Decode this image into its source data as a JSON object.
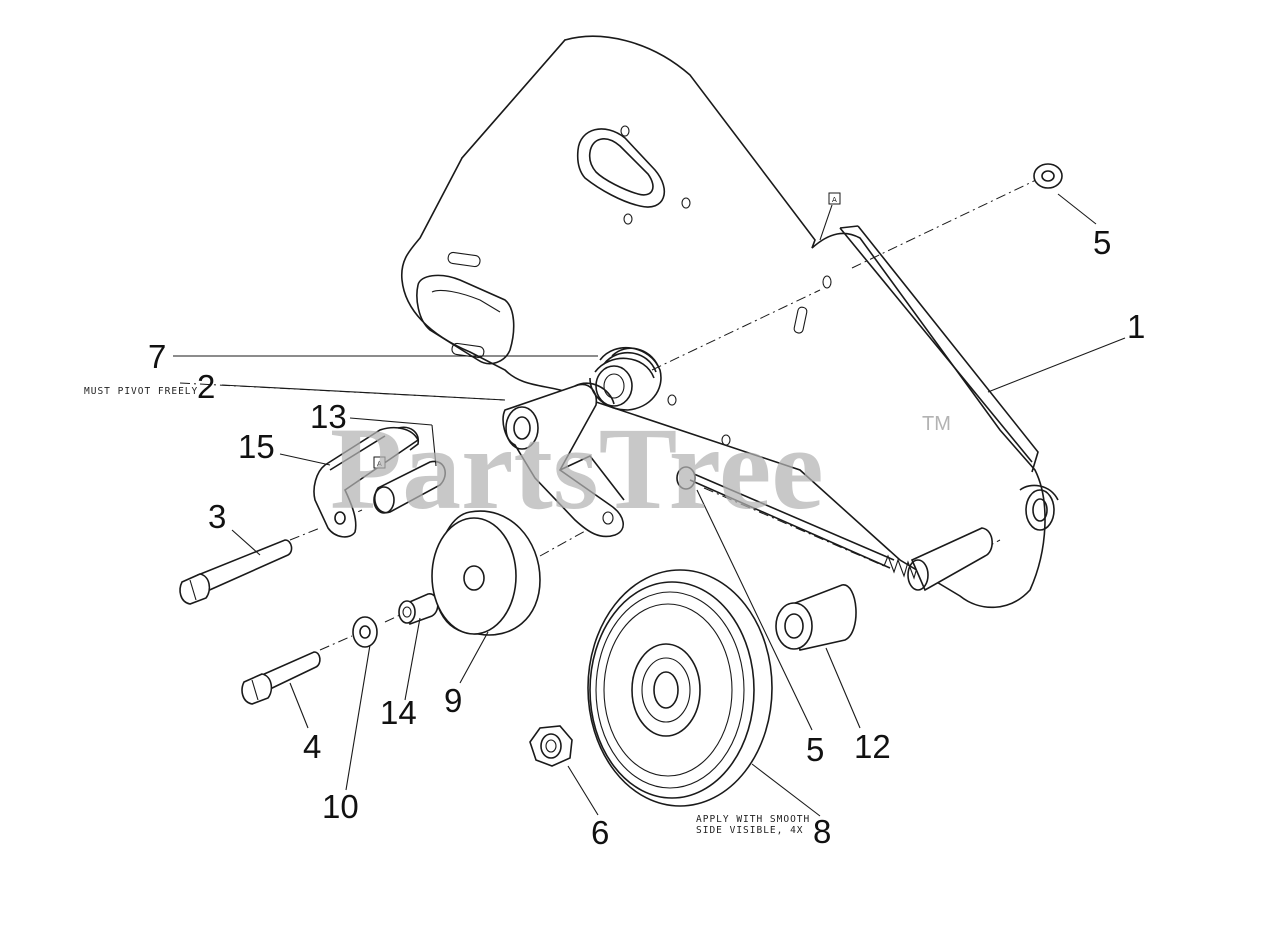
{
  "watermark": {
    "text": "PartsTree",
    "trademark": "TM"
  },
  "callouts": [
    {
      "id": "c1",
      "label": "1"
    },
    {
      "id": "c2",
      "label": "2"
    },
    {
      "id": "c3",
      "label": "3"
    },
    {
      "id": "c4",
      "label": "4"
    },
    {
      "id": "c5a",
      "label": "5"
    },
    {
      "id": "c5b",
      "label": "5"
    },
    {
      "id": "c6",
      "label": "6"
    },
    {
      "id": "c7",
      "label": "7"
    },
    {
      "id": "c8",
      "label": "8"
    },
    {
      "id": "c9",
      "label": "9"
    },
    {
      "id": "c10",
      "label": "10"
    },
    {
      "id": "c12",
      "label": "12"
    },
    {
      "id": "c13",
      "label": "13"
    },
    {
      "id": "c14",
      "label": "14"
    },
    {
      "id": "c15",
      "label": "15"
    }
  ],
  "notes": {
    "pivot": "MUST PIVOT FREELY",
    "apply_line1": "APPLY WITH SMOOTH",
    "apply_line2": "SIDE VISIBLE, 4X"
  },
  "flags": {
    "flag_a_top": "A",
    "flag_a_bracket": "A"
  }
}
